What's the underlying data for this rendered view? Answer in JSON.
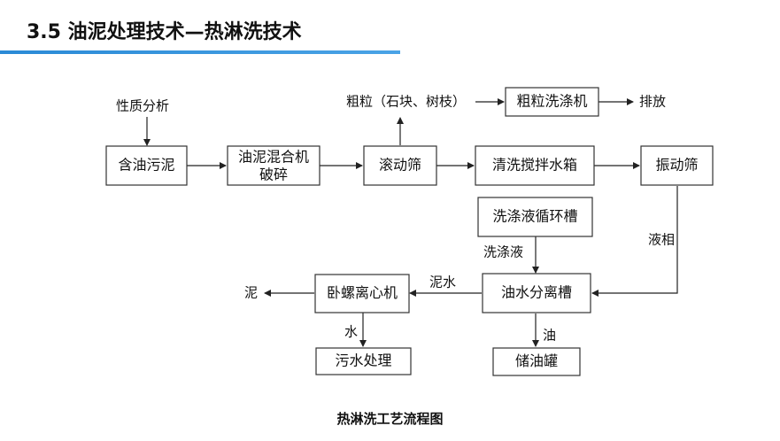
{
  "header": {
    "title": "3.5 油泥处理技术—热淋洗技术",
    "accent_color": "#2a8ad6"
  },
  "diagram": {
    "nodes": {
      "oily_sludge": "含油污泥",
      "mixer_line1": "油泥混合机",
      "mixer_line2": "破碎",
      "drum_screen": "滚动筛",
      "coarse_wash": "粗粒洗涤机",
      "wash_tank": "清洗搅拌水箱",
      "vibrating_screen": "振动筛",
      "wash_circ_tank": "洗涤液循环槽",
      "oil_water_sep": "油水分离槽",
      "centrifuge": "卧螺离心机",
      "wastewater_treat": "污水处理",
      "oil_tank": "储油罐"
    },
    "labels": {
      "property_analysis": "性质分析",
      "coarse_particles": "粗粒（石块、树枝）",
      "discharge": "排放",
      "liquid_phase": "液相",
      "wash_liquid": "洗涤液",
      "sludge_water": "泥水",
      "sludge": "泥",
      "water": "水",
      "oil": "油"
    }
  },
  "caption": "热淋洗工艺流程图"
}
